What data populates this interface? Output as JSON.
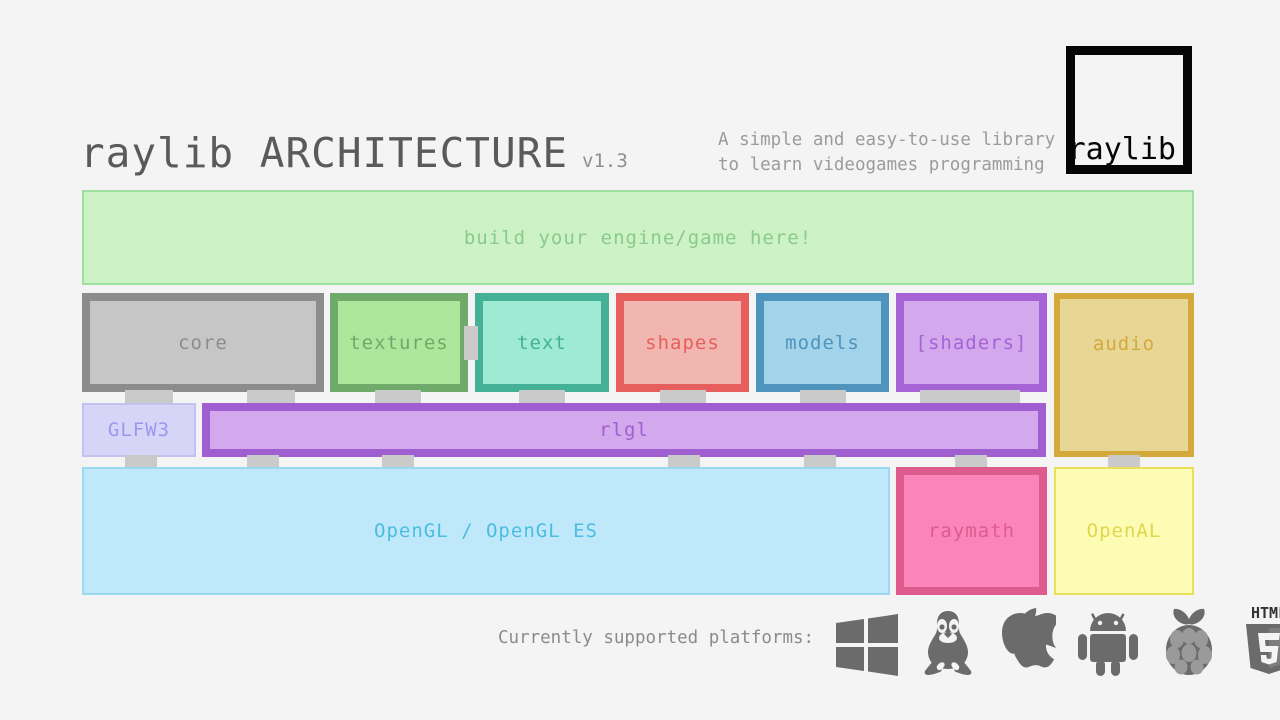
{
  "header": {
    "title": "raylib ARCHITECTURE",
    "version": "v1.3",
    "tagline_line1": "A simple and easy-to-use library",
    "tagline_line2": "to learn videogames programming",
    "logo_text": "raylib"
  },
  "user_layer": {
    "label": "build your engine/game here!",
    "border": "#9fdfa0",
    "fill": "#cdf2c6",
    "text": "#89cb8b"
  },
  "modules": [
    {
      "id": "core",
      "label": "core",
      "border": "#8c8c8c",
      "fill": "#c6c6c6",
      "text": "#8c8c8c"
    },
    {
      "id": "textures",
      "label": "textures",
      "border": "#6faa6b",
      "fill": "#aee69c",
      "text": "#6faa6b"
    },
    {
      "id": "text",
      "label": "text",
      "border": "#44b196",
      "fill": "#9fead3",
      "text": "#44b196"
    },
    {
      "id": "shapes",
      "label": "shapes",
      "border": "#e75f5c",
      "fill": "#f2b6b1",
      "text": "#e75f5c"
    },
    {
      "id": "models",
      "label": "models",
      "border": "#4f94bd",
      "fill": "#a4d4ea",
      "text": "#4f94bd"
    },
    {
      "id": "shaders",
      "label": "[shaders]",
      "border": "#a563d6",
      "fill": "#d4a8ed",
      "text": "#a563d6"
    },
    {
      "id": "audio",
      "label": "audio",
      "border": "#d4a93c",
      "fill": "#e8d794",
      "text": "#d4a93c"
    }
  ],
  "middle_layer": [
    {
      "id": "glfw3",
      "label": "GLFW3",
      "border": "#c3c1f0",
      "fill": "#d6d5f7",
      "text": "#9a98ee"
    },
    {
      "id": "rlgl",
      "label": "rlgl",
      "border": "#a05fd0",
      "fill": "#d4a8ed",
      "text": "#a05fd0"
    }
  ],
  "bottom_layer": [
    {
      "id": "opengl",
      "label": "OpenGL / OpenGL ES",
      "border": "#9bd9f0",
      "fill": "#bfe8fa",
      "text": "#4bbde2"
    },
    {
      "id": "raymath",
      "label": "raymath",
      "border": "#dd5c8d",
      "fill": "#fb85bb",
      "text": "#dd5c8d"
    },
    {
      "id": "openal",
      "label": "OpenAL",
      "border": "#e8e05a",
      "fill": "#fdfcb5",
      "text": "#e0d74e"
    }
  ],
  "footer": {
    "platforms_label": "Currently supported platforms:",
    "icon_color": "#6b6b6b",
    "icons": [
      "windows-icon",
      "linux-penguin-icon",
      "apple-icon",
      "android-icon",
      "raspberry-pi-icon",
      "html5-icon"
    ],
    "html5_text": "HTML"
  }
}
